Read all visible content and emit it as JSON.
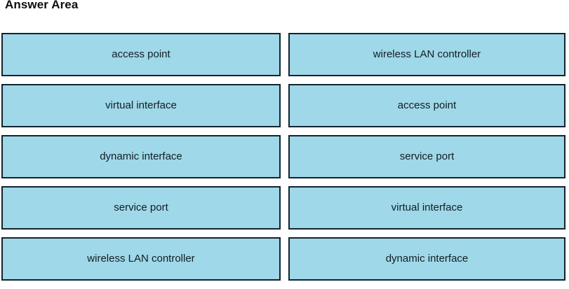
{
  "header": {
    "title": "Answer Area"
  },
  "colors": {
    "box_fill": "#9fd8e8",
    "box_border": "#13232e",
    "text": "#121d26",
    "title_text": "#0d0d0d",
    "background": "#ffffff"
  },
  "columns": [
    {
      "name": "left-column",
      "options": [
        {
          "label": "access point"
        },
        {
          "label": "virtual interface"
        },
        {
          "label": "dynamic interface"
        },
        {
          "label": "service port"
        },
        {
          "label": "wireless LAN controller"
        }
      ]
    },
    {
      "name": "right-column",
      "options": [
        {
          "label": "wireless LAN controller"
        },
        {
          "label": "access point"
        },
        {
          "label": "service port"
        },
        {
          "label": "virtual interface"
        },
        {
          "label": "dynamic interface"
        }
      ]
    }
  ]
}
